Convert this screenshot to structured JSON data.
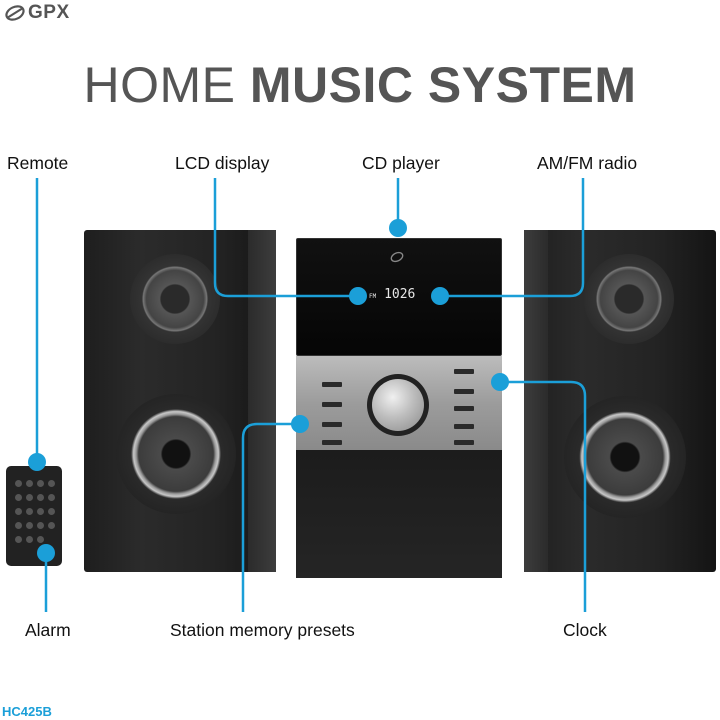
{
  "brand": {
    "logo_text": "GPX"
  },
  "title": {
    "light": "HOME",
    "bold": "MUSIC SYSTEM"
  },
  "callouts": {
    "remote": "Remote",
    "lcd_display": "LCD display",
    "cd_player": "CD player",
    "am_fm_radio": "AM/FM radio",
    "alarm": "Alarm",
    "station_presets": "Station memory presets",
    "clock": "Clock"
  },
  "lcd": {
    "time": "1026",
    "fm_indicator": "FM"
  },
  "model": "HC425B",
  "colors": {
    "accent": "#1b9fd8",
    "title_gray": "#555555"
  }
}
